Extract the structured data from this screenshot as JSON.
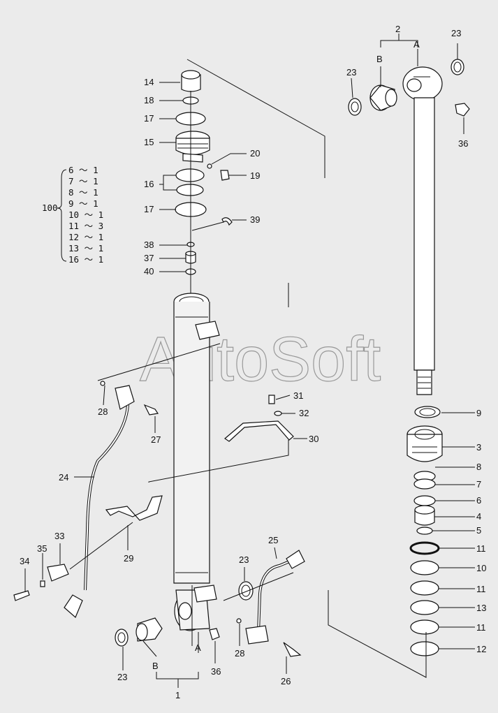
{
  "watermark": "AutoSoft",
  "kit": {
    "number": "100",
    "items": [
      "6 ～ 1",
      "7 ～ 1",
      "8 ～ 1",
      "9 ～ 1",
      "10 ～ 1",
      "11 ～ 3",
      "12 ～ 1",
      "13 ～ 1",
      "16 ～ 1"
    ]
  },
  "callouts": {
    "c2": "2",
    "c2A": "A",
    "c2B": "B",
    "c23_tr": "23",
    "c23_tl": "23",
    "c36_t": "36",
    "c14": "14",
    "c18": "18",
    "c17a": "17",
    "c15": "15",
    "c20": "20",
    "c19": "19",
    "c16": "16",
    "c17b": "17",
    "c39": "39",
    "c38": "38",
    "c37": "37",
    "c40": "40",
    "c9": "9",
    "c3": "3",
    "c8": "8",
    "c7": "7",
    "c6": "6",
    "c4": "4",
    "c5": "5",
    "c11a": "11",
    "c10": "10",
    "c11b": "11",
    "c13": "13",
    "c11c": "11",
    "c12": "12",
    "c31": "31",
    "c32": "32",
    "c30": "30",
    "c28a": "28",
    "c27": "27",
    "c24": "24",
    "c29": "29",
    "c33": "33",
    "c35": "35",
    "c34": "34",
    "c25": "25",
    "c23_m": "23",
    "c28b": "28",
    "c26": "26",
    "c36_b": "36",
    "c23_b": "23",
    "c1": "1",
    "c1A": "A",
    "c1B": "B"
  }
}
